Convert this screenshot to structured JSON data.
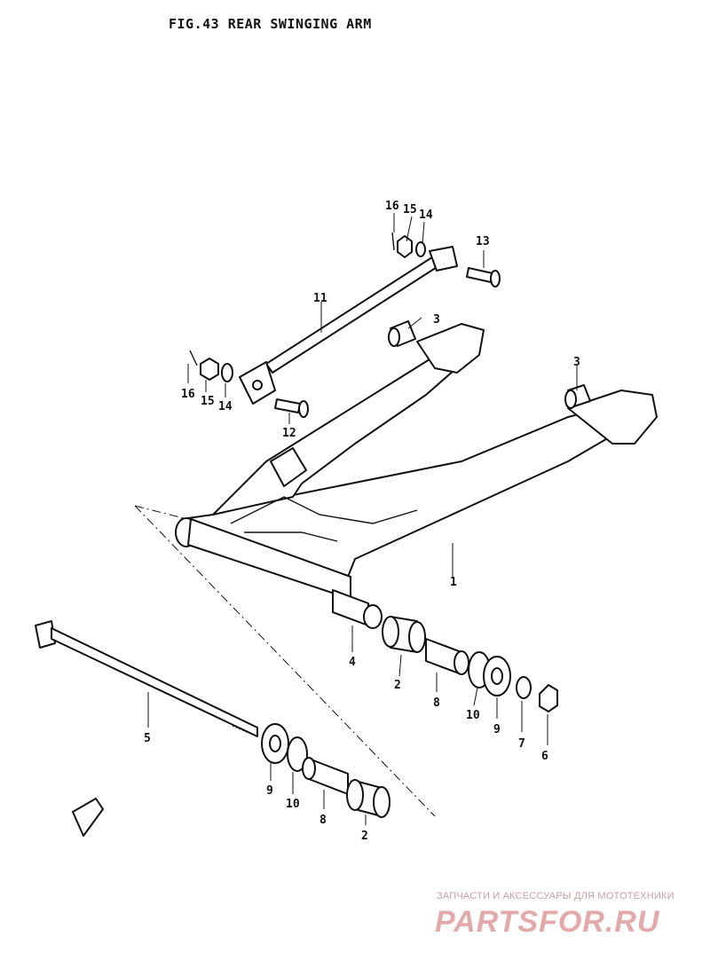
{
  "figure": {
    "title": "FIG.43   REAR SWINGING ARM"
  },
  "callouts": {
    "c1": "1",
    "c2a": "2",
    "c2b": "2",
    "c3a": "3",
    "c3b": "3",
    "c4": "4",
    "c5": "5",
    "c6": "6",
    "c7": "7",
    "c8a": "8",
    "c8b": "8",
    "c9a": "9",
    "c9b": "9",
    "c10a": "10",
    "c10b": "10",
    "c11": "11",
    "c12": "12",
    "c13": "13",
    "c14a": "14",
    "c14b": "14",
    "c15a": "15",
    "c15b": "15",
    "c16a": "16",
    "c16b": "16"
  },
  "watermark": {
    "line1": "ЗАПЧАСТИ И АКСЕССУАРЫ ДЛЯ МОТОТЕХНИКИ",
    "logo": "PARTSFOR.RU"
  },
  "colors": {
    "ink": "#111111",
    "watermark": "#e4aaaa"
  }
}
